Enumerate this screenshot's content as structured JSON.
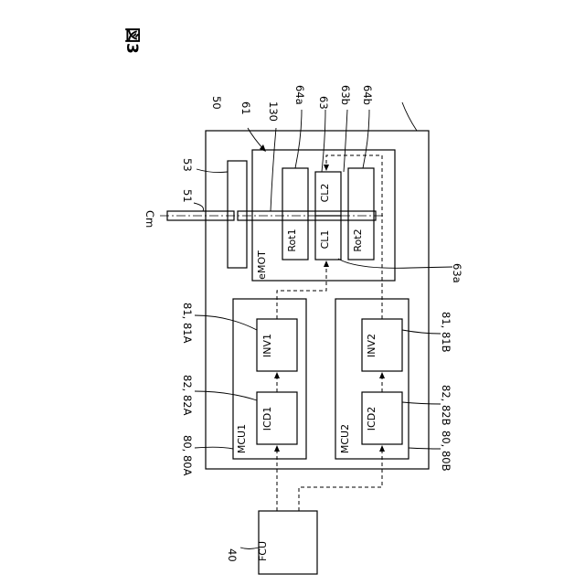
{
  "figure": {
    "title": "図3"
  },
  "blocks": {
    "fcu": "FCU",
    "mcu1": "MCU1",
    "mcu2": "MCU2",
    "icd1": "ICD1",
    "icd2": "ICD2",
    "inv1": "INV1",
    "inv2": "INV2",
    "emot": "eMOT",
    "rot1": "Rot1",
    "rot2": "Rot2",
    "cl1": "CL1",
    "cl2": "CL2"
  },
  "refs": {
    "r40": "40",
    "r50": "50",
    "r51": "51",
    "r53": "53",
    "r61": "61",
    "r130": "130",
    "r64a": "64a",
    "r63": "63",
    "r63b": "63b",
    "r64b": "64b",
    "r63a": "63a",
    "cm": "Cm",
    "r80a": "80, 80A",
    "r82a": "82, 82A",
    "r81a": "81, 81A",
    "r80b": "80, 80B",
    "r82b": "82, 82B",
    "r81b": "81, 81B"
  }
}
